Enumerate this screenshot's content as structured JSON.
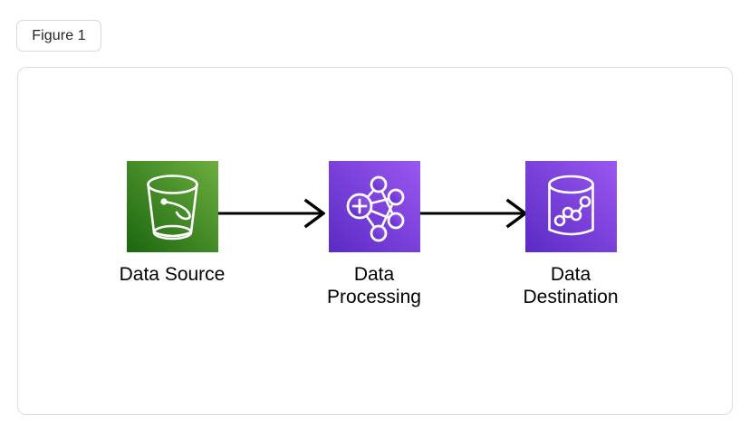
{
  "figure": {
    "badge_label": "Figure 1",
    "border_color": "#dcdce2",
    "background": "#ffffff"
  },
  "diagram": {
    "type": "pipeline-flow",
    "direction": "left-to-right",
    "nodes": [
      {
        "id": "data-source",
        "label": "Data Source",
        "icon": "s3-bucket-icon",
        "icon_colors": {
          "from": "#1B660F",
          "to": "#6CAE3E"
        },
        "icon_glyph_color": "#ffffff"
      },
      {
        "id": "data-processing",
        "label": "Data\nProcessing",
        "icon": "network-nodes-icon",
        "icon_colors": {
          "from": "#5A2BC4",
          "to": "#9A57F0"
        },
        "icon_glyph_color": "#ffffff"
      },
      {
        "id": "data-destination",
        "label": "Data\nDestination",
        "icon": "database-chart-icon",
        "icon_colors": {
          "from": "#5A2BC4",
          "to": "#9A57F0"
        },
        "icon_glyph_color": "#ffffff"
      }
    ],
    "connectors": [
      {
        "id": "arrow-1",
        "from": "data-source",
        "to": "data-processing",
        "style": "open-arrow",
        "color": "#000000"
      },
      {
        "id": "arrow-2",
        "from": "data-processing",
        "to": "data-destination",
        "style": "open-arrow",
        "color": "#000000"
      }
    ]
  }
}
